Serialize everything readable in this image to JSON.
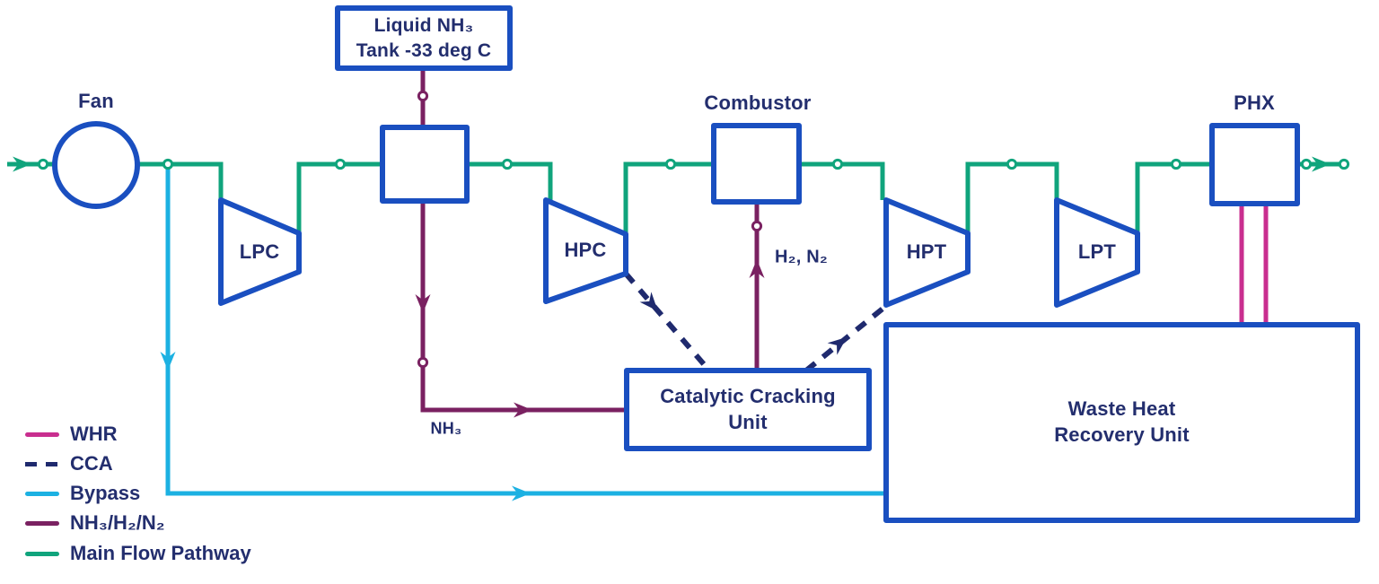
{
  "colors": {
    "component_blue": "#1a4fc0",
    "text_navy": "#232e6e",
    "main_flow_green": "#10a47c",
    "bypass_cyan": "#1cb1e2",
    "nh3_purple": "#7a2161",
    "whr_pink": "#c92e8f",
    "cca_dash_navy": "#1f2a6e",
    "background": "#ffffff"
  },
  "components": {
    "fan": {
      "label": "Fan"
    },
    "lpc": {
      "label": "LPC"
    },
    "tank": {
      "line1": "Liquid NH₃",
      "line2": "Tank -33 deg C"
    },
    "hpc": {
      "label": "HPC"
    },
    "combustor": {
      "label": "Combustor"
    },
    "hpt": {
      "label": "HPT"
    },
    "lpt": {
      "label": "LPT"
    },
    "phx": {
      "label": "PHX"
    },
    "ccu": {
      "line1": "Catalytic Cracking",
      "line2": "Unit"
    },
    "whru": {
      "line1": "Waste Heat",
      "line2": "Recovery Unit"
    }
  },
  "stream_labels": {
    "h2_n2": "H₂, N₂",
    "nh3": "NH₃"
  },
  "legend": {
    "items": [
      {
        "label": "WHR",
        "color": "#c92e8f",
        "style": "solid"
      },
      {
        "label": "CCA",
        "color": "#1f2a6e",
        "style": "dashed"
      },
      {
        "label": "Bypass",
        "color": "#1cb1e2",
        "style": "solid"
      },
      {
        "label": "NH₃/H₂/N₂",
        "color": "#7a2161",
        "style": "solid"
      },
      {
        "label": "Main Flow Pathway",
        "color": "#10a47c",
        "style": "solid"
      }
    ]
  }
}
